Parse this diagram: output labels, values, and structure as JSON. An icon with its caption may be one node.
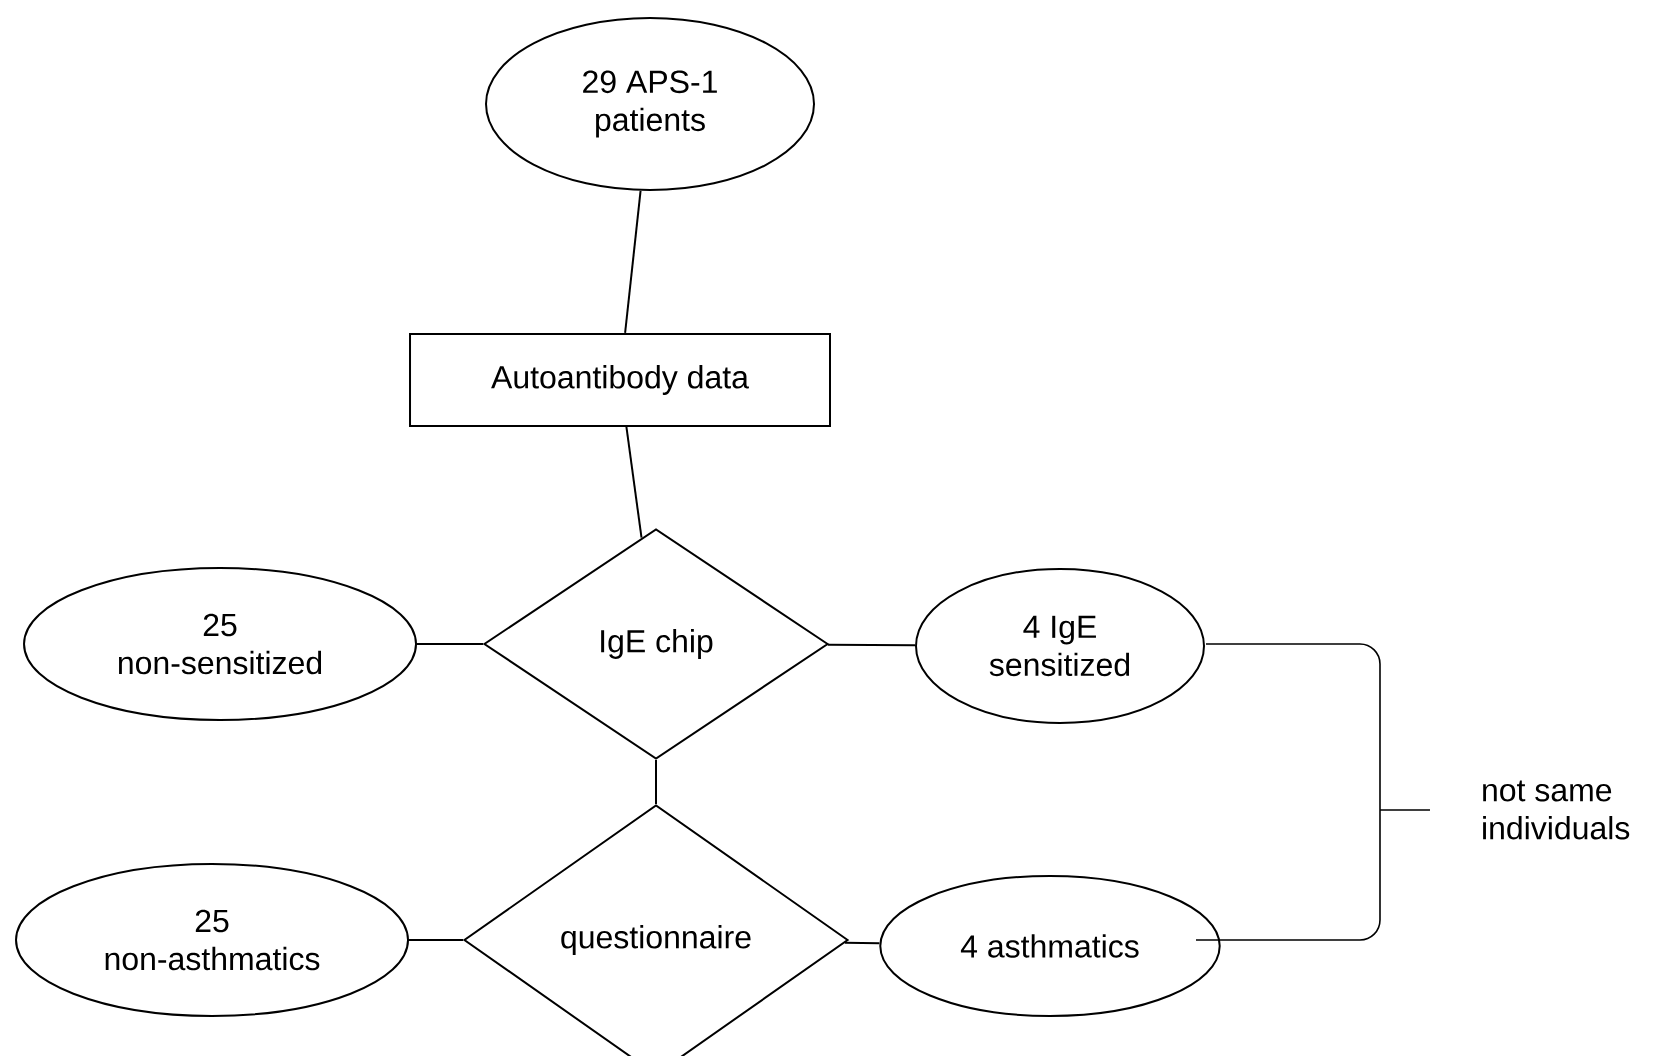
{
  "diagram": {
    "nodes": [
      {
        "text": [
          "29 APS-1 patients"
        ]
      },
      {
        "text": [
          "Autoantibody data"
        ]
      },
      {
        "text": [
          "IgE chip"
        ]
      },
      {
        "text": [
          "25 non-sensitized"
        ]
      },
      {
        "text": [
          "4 IgE sensitized"
        ]
      },
      {
        "text": [
          "questionnaire"
        ]
      },
      {
        "text": [
          "25 non-asthmatics"
        ]
      },
      {
        "text": [
          "4 asthmatics"
        ]
      }
    ],
    "edges": [
      {
        "from": 0,
        "to": 1,
        "arrow": "none"
      },
      {
        "from": 1,
        "to": 2,
        "arrow": "none"
      },
      {
        "from": 2,
        "to": 3,
        "arrow": "none"
      },
      {
        "from": 2,
        "to": 4,
        "arrow": "none"
      },
      {
        "from": 2,
        "to": 5,
        "arrow": "none"
      },
      {
        "from": 5,
        "to": 6,
        "arrow": "none"
      },
      {
        "from": 5,
        "to": 7,
        "arrow": "none"
      }
    ],
    "labels": [
      "not same individuals"
    ]
  }
}
